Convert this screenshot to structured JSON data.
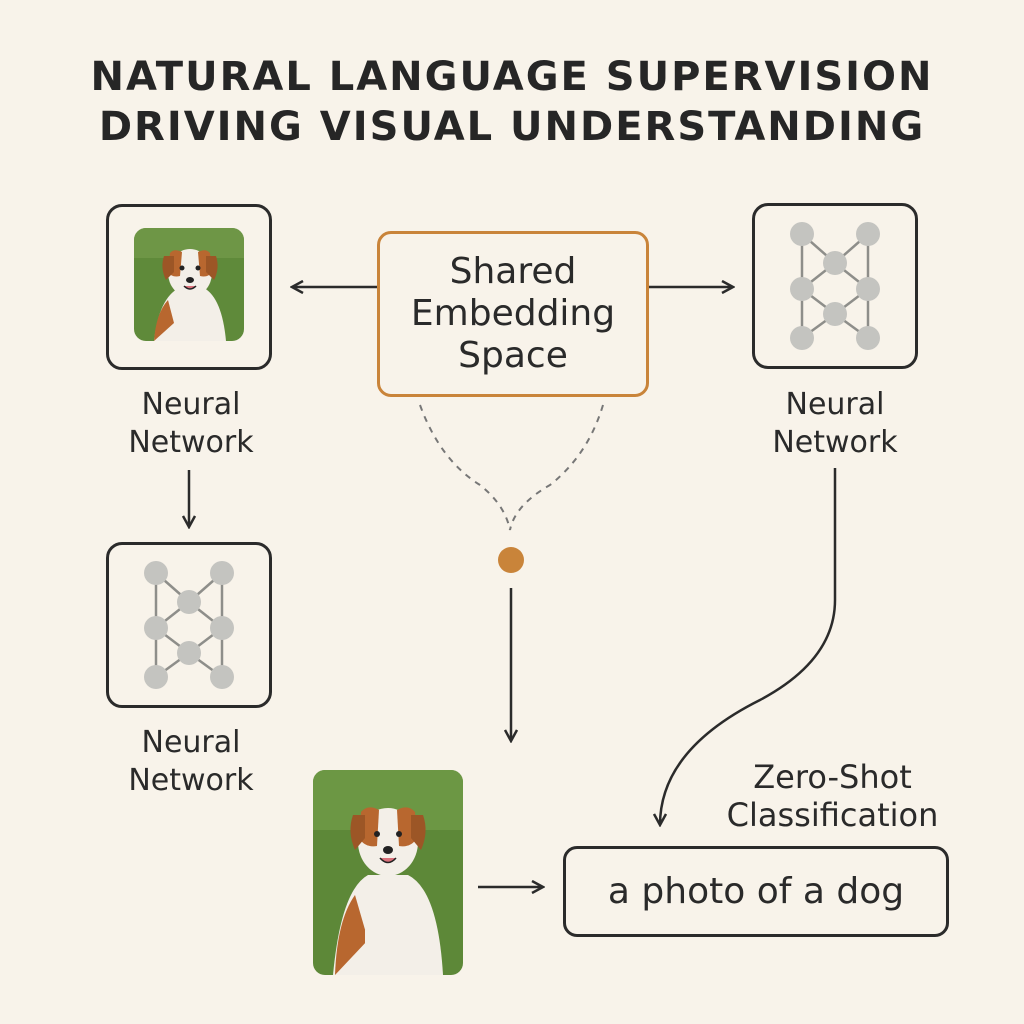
{
  "title": {
    "line1": "NATURAL LANGUAGE SUPERVISION",
    "line2": "DRIVING VISUAL UNDERSTANDING"
  },
  "shared_embedding": {
    "line1": "Shared",
    "line2": "Embedding",
    "line3": "Space"
  },
  "nn_labels": [
    {
      "line1": "Neural",
      "line2": "Network"
    },
    {
      "line1": "Neural",
      "line2": "Network"
    },
    {
      "line1": "Neural",
      "line2": "Network"
    }
  ],
  "zero_shot": {
    "line1": "Zero-Shot",
    "line2": "Classification"
  },
  "caption_text": "a photo of a dog",
  "colors": {
    "background": "#f8f3ea",
    "accent": "#c9843a",
    "stroke": "#2b2b2b",
    "node": "#c4c4c0"
  },
  "icons": [
    "dog-photo",
    "neural-network-icon",
    "arrow-icon",
    "merge-point-icon"
  ]
}
